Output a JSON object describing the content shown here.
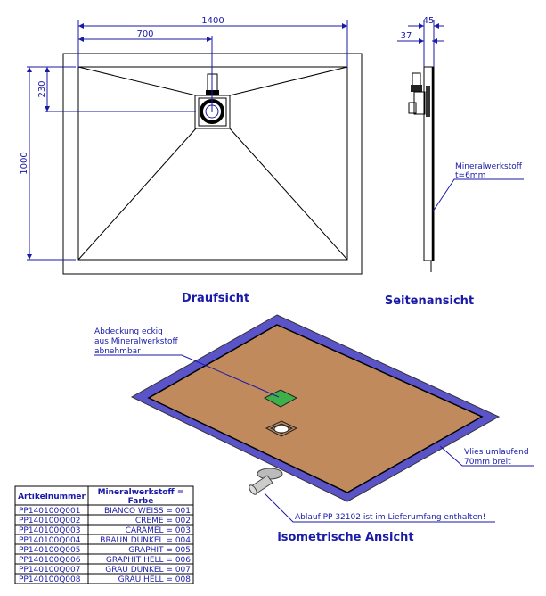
{
  "top_view": {
    "title": "Draufsicht",
    "dim_width": "1400",
    "dim_drain_x": "700",
    "dim_length": "1000",
    "dim_drain_y": "230"
  },
  "side_view": {
    "title": "Seitenansicht",
    "dim_total": "45",
    "dim_base": "37",
    "note_line1": "Mineralwerkstoff",
    "note_line2": "t=6mm"
  },
  "iso_view": {
    "title": "isometrische Ansicht",
    "cover_note": [
      "Abdeckung eckig",
      "aus Mineralwerkstoff",
      "abnehmbar"
    ],
    "fleece_note": [
      "Vlies umlaufend",
      "70mm breit"
    ],
    "drain_note": "Ablauf PP 32102 ist im Lieferumfang enthalten!",
    "colors": {
      "fleece": "#5b54c9",
      "surface": "#c08a5c",
      "cover": "#3db04a"
    }
  },
  "table": {
    "headers": [
      "Artikelnummer",
      "Mineralwerkstoff =",
      "Farbe"
    ],
    "rows": [
      [
        "PP140100Q001",
        "BIANCO WEISS = 001"
      ],
      [
        "PP140100Q002",
        "CREME = 002"
      ],
      [
        "PP140100Q003",
        "CARAMEL = 003"
      ],
      [
        "PP140100Q004",
        "BRAUN DUNKEL = 004"
      ],
      [
        "PP140100Q005",
        "GRAPHIT = 005"
      ],
      [
        "PP140100Q006",
        "GRAPHIT HELL = 006"
      ],
      [
        "PP140100Q007",
        "GRAU DUNKEL = 007"
      ],
      [
        "PP140100Q008",
        "GRAU HELL = 008"
      ]
    ]
  }
}
